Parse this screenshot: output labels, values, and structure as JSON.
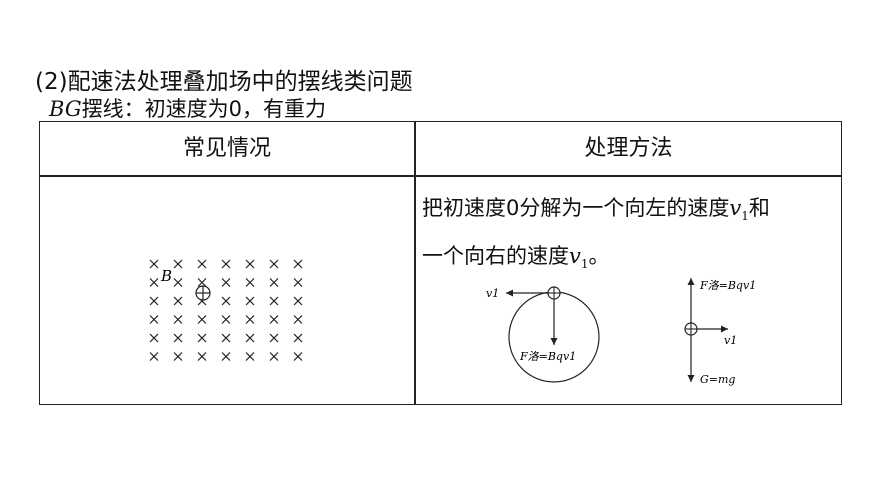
{
  "title": "(2)配速法处理叠加场中的摆线类问题",
  "table": {
    "header_left": "常见情况",
    "header_right": "处理方法",
    "case": {
      "italic_label": "BG",
      "text": "摆线：初速度为0，有重力",
      "field_label": "B"
    },
    "method": {
      "line1_prefix": "把初速度0分解为一个向左的速度",
      "v_symbol": "v",
      "v_sub": "1",
      "line1_suffix": "和",
      "line2_prefix": "一个向右的速度",
      "line2_suffix": "。"
    },
    "diagram1": {
      "v_label": "v1",
      "force_label": "F洛=Bqv1"
    },
    "diagram2": {
      "force_top_label": "F洛=Bqv1",
      "v_label": "v1",
      "gravity_label": "G=mg"
    }
  }
}
